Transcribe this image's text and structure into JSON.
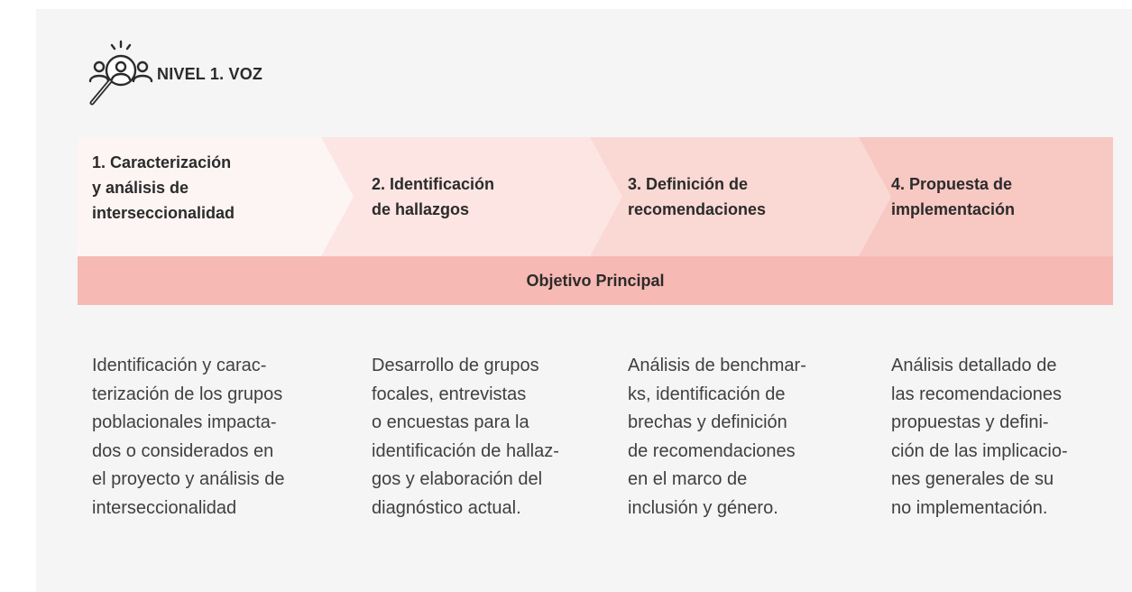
{
  "header": {
    "title": "NIVEL 1.  VOZ",
    "icon": "magnifier-people-icon"
  },
  "steps": [
    {
      "label": "1. Caracterización\ny análisis de\ninterseccionalidad",
      "color": "#fdf5f4"
    },
    {
      "label": "2. Identificación\nde hallazgos",
      "color": "#fce5e3"
    },
    {
      "label": "3. Definición de\nrecomendaciones",
      "color": "#fad8d4"
    },
    {
      "label": "4. Propuesta de\nimplementación",
      "color": "#f8c8c3"
    }
  ],
  "objective": {
    "label": "Objetivo Principal",
    "color": "#f6b9b3"
  },
  "descriptions": [
    "Identificación y carac-\nterización de los grupos\npoblacionales impacta-\ndos o considerados en\nel proyecto y análisis de\ninterseccionalidad",
    "Desarrollo de grupos\nfocales, entrevistas\no encuestas para la\nidentificación de hallaz-\ngos y elaboración del\ndiagnóstico actual.",
    "Análisis de benchmar-\nks, identificación de\nbrechas y definición\nde recomendaciones\nen el marco de\ninclusión y género.",
    "Análisis detallado de\nlas recomendaciones\npropuestas y defini-\nción de las implicacio-\nnes generales de su\nno implementación."
  ]
}
